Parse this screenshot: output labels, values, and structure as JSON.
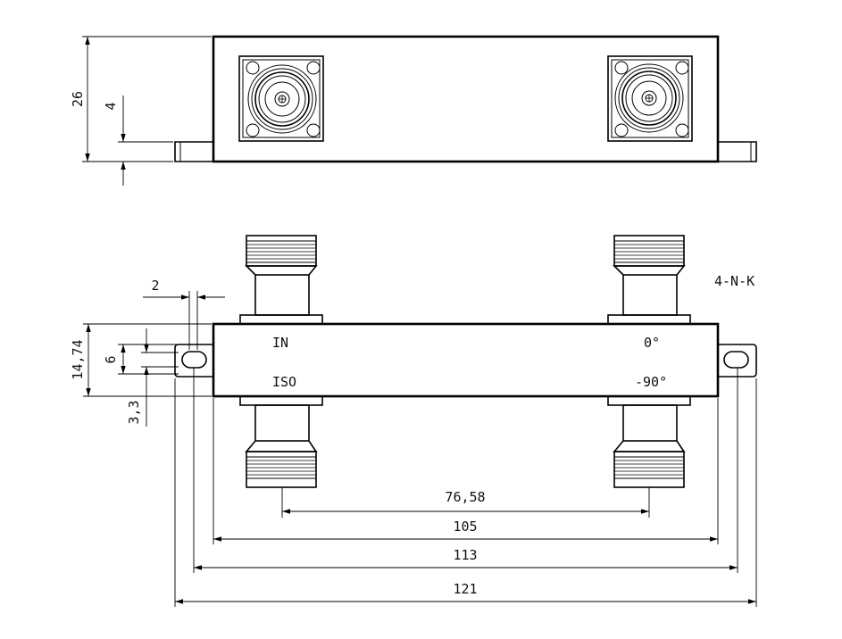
{
  "dimensions": {
    "height_total": "26",
    "flange_thickness": "4",
    "slot_width": "2",
    "body_width": "14,74",
    "slot_length": "6",
    "slot_offset": "3,3",
    "connector_spacing": "76,58",
    "body_length": "105",
    "slot_center_spacing": "113",
    "overall_length": "121"
  },
  "labels": {
    "connector_type": "4-N-K",
    "port_in": "IN",
    "port_0": "0°",
    "port_iso": "ISO",
    "port_90": "-90°"
  }
}
